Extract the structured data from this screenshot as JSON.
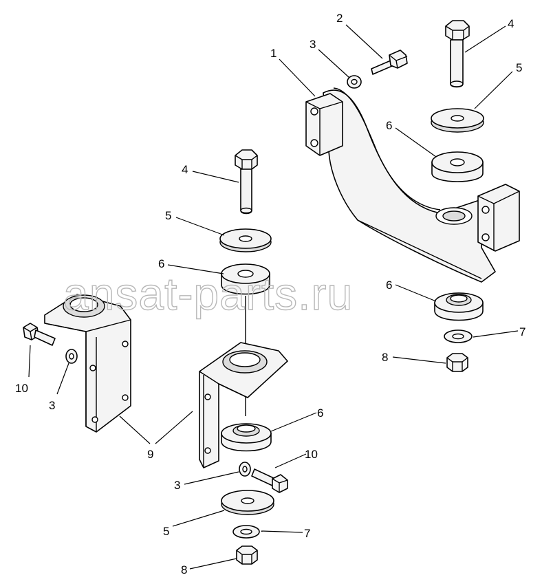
{
  "watermark": "ansat-parts.ru",
  "callouts": {
    "c1": "1",
    "c2": "2",
    "c3a": "3",
    "c4a": "4",
    "c5a": "5",
    "c6a": "6",
    "c4b": "4",
    "c5b": "5",
    "c6b": "6",
    "c6c": "6",
    "c7a": "7",
    "c8a": "8",
    "c10a": "10",
    "c3b": "3",
    "c9": "9",
    "c6d": "6",
    "c10b": "10",
    "c3c": "3",
    "c5c": "5",
    "c7b": "7",
    "c8b": "8"
  }
}
